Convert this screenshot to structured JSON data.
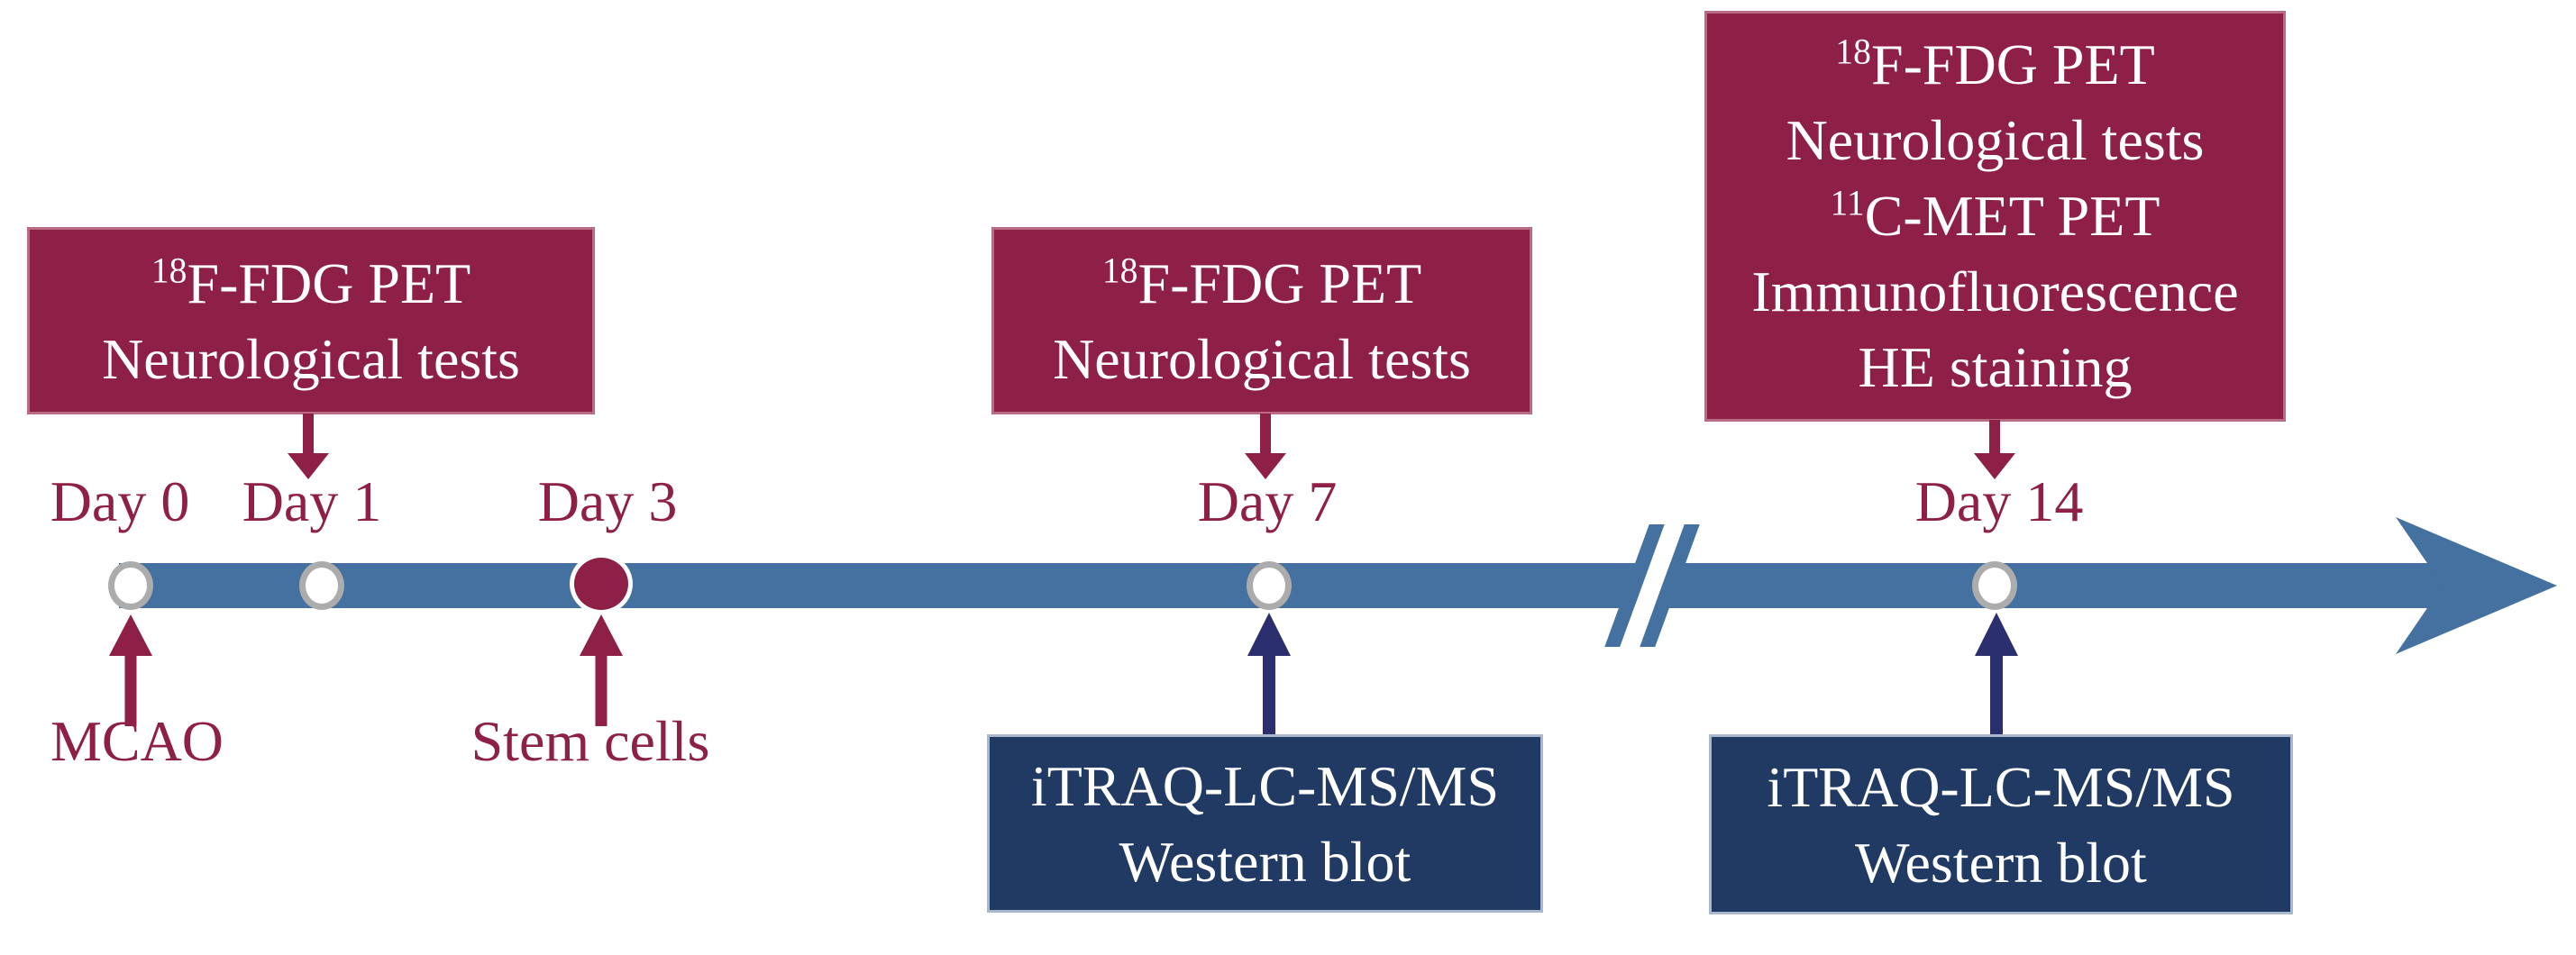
{
  "palette": {
    "maroon": "#8E1F47",
    "timeline_blue": "#44719F",
    "navy_box": "#213A63",
    "navy_arrow": "#2B2F6D",
    "dot_ring_gray": "#ACACAC",
    "text_on_box": "#FFFFFF",
    "background": "#FFFFFF"
  },
  "timeline": {
    "day_labels": [
      "Day 0",
      "Day 1",
      "Day 3",
      "Day 7",
      "Day 14"
    ],
    "break_symbol": "//",
    "markers": [
      {
        "day": "Day 0",
        "dot": "white"
      },
      {
        "day": "Day 1",
        "dot": "white"
      },
      {
        "day": "Day 3",
        "dot": "maroon"
      },
      {
        "day": "Day 7",
        "dot": "white"
      },
      {
        "day": "Day 14",
        "dot": "white"
      }
    ]
  },
  "event_boxes": {
    "day1_top": {
      "color": "maroon",
      "lines": [
        {
          "sup": "18",
          "text": "F-FDG PET"
        },
        {
          "sup": "",
          "text": "Neurological tests"
        }
      ]
    },
    "day7_top": {
      "color": "maroon",
      "lines": [
        {
          "sup": "18",
          "text": "F-FDG PET"
        },
        {
          "sup": "",
          "text": "Neurological tests"
        }
      ]
    },
    "day14_top": {
      "color": "maroon",
      "lines": [
        {
          "sup": "18",
          "text": "F-FDG PET"
        },
        {
          "sup": "",
          "text": "Neurological tests"
        },
        {
          "sup": "11",
          "text": "C-MET PET"
        },
        {
          "sup": "",
          "text": "Immunofluorescence"
        },
        {
          "sup": "",
          "text": "HE staining"
        }
      ]
    },
    "day7_bottom": {
      "color": "navy",
      "lines": [
        {
          "sup": "",
          "text": "iTRAQ-LC-MS/MS"
        },
        {
          "sup": "",
          "text": "Western blot"
        }
      ]
    },
    "day14_bottom": {
      "color": "navy",
      "lines": [
        {
          "sup": "",
          "text": "iTRAQ-LC-MS/MS"
        },
        {
          "sup": "",
          "text": "Western blot"
        }
      ]
    }
  },
  "annotations": {
    "mcao": "MCAO",
    "stem_cells": "Stem cells"
  }
}
